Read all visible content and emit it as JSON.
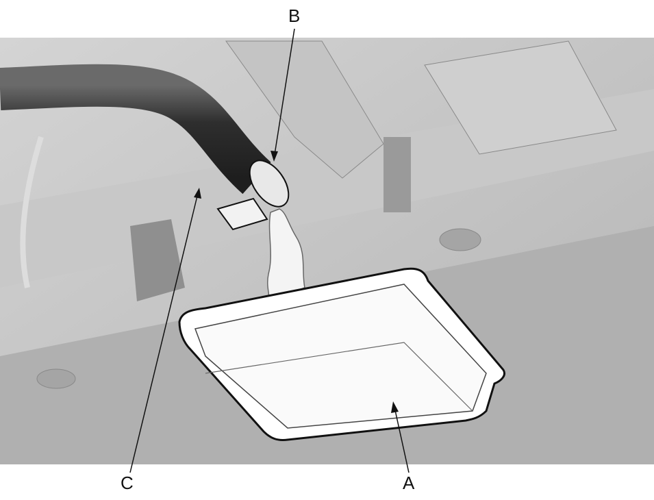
{
  "labels": {
    "a": "A",
    "b": "B",
    "c": "C"
  },
  "colors": {
    "background_panel": "#bdbdbd",
    "hose": "#3a3a3a",
    "pan": "#ffffff",
    "outline": "#111111"
  }
}
